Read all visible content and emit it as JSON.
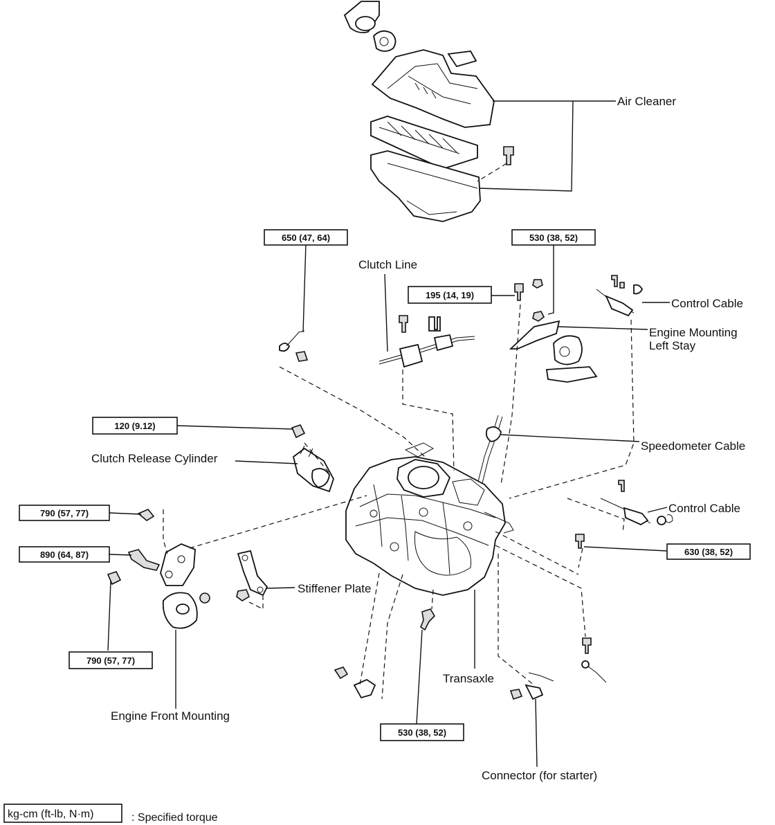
{
  "labels": {
    "air_cleaner": "Air Cleaner",
    "clutch_line": "Clutch Line",
    "control_cable_top": "Control Cable",
    "engine_mounting_left_stay_1": "Engine Mounting",
    "engine_mounting_left_stay_2": "Left Stay",
    "speedometer_cable": "Speedometer Cable",
    "clutch_release_cylinder": "Clutch Release Cylinder",
    "control_cable_mid": "Control Cable",
    "stiffener_plate": "Stiffener Plate",
    "transaxle": "Transaxle",
    "engine_front_mounting": "Engine Front Mounting",
    "connector_for_starter": "Connector (for starter)"
  },
  "torques": {
    "t_650": "650 (47, 64)",
    "t_530_top": "530 (38, 52)",
    "t_195": "195 (14, 19)",
    "t_120": "120 (9.12)",
    "t_790_left": "790 (57, 77)",
    "t_890": "890 (64, 87)",
    "t_630": "630 (38, 52)",
    "t_790_bottom": "790 (57, 77)",
    "t_530_bottom": "530 (38, 52)"
  },
  "legend": {
    "box_text": "kg-cm (ft-lb, N·m)",
    "description": ": Specified torque"
  }
}
